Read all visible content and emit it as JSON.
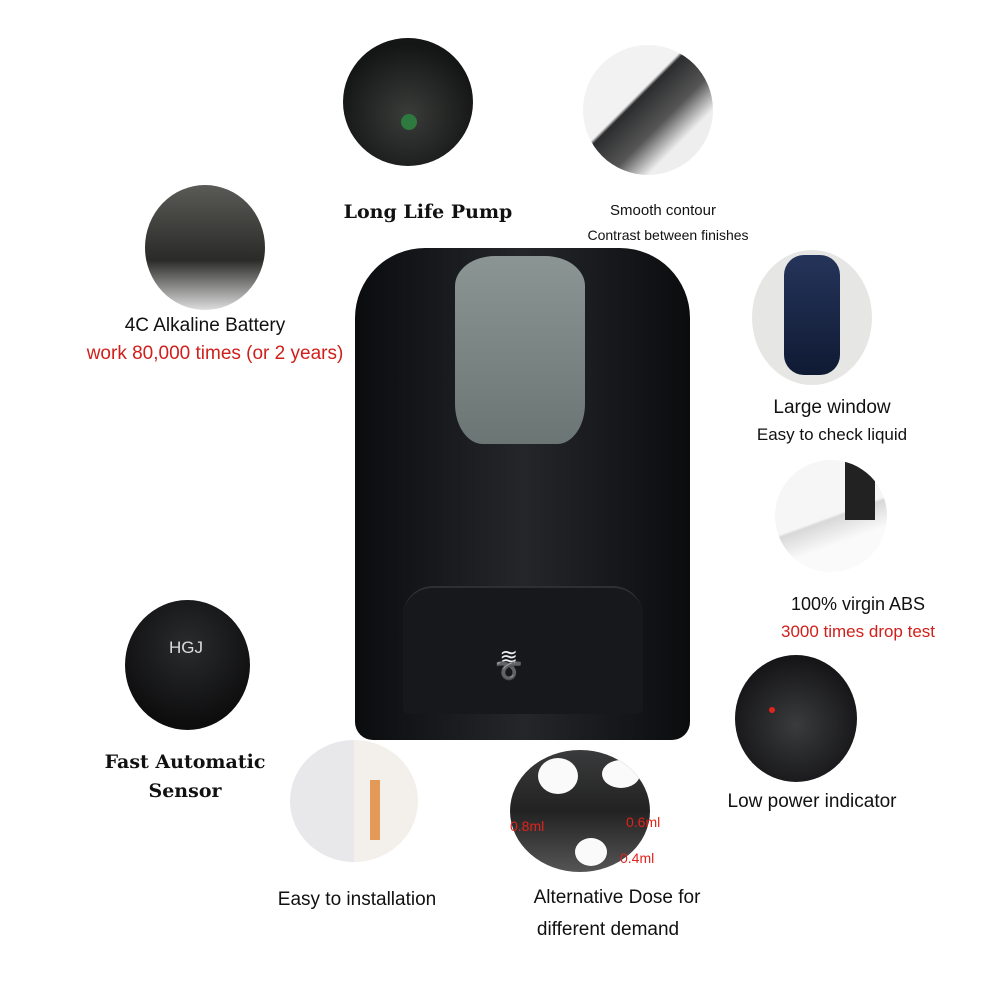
{
  "features": {
    "pump": {
      "title": "Long Life Pump"
    },
    "contour": {
      "title": "Smooth contour",
      "subtitle": "Contrast  between finishes"
    },
    "battery": {
      "title": "4C Alkaline Battery",
      "subtitle": "work 80,000 times (or 2 years)"
    },
    "window": {
      "title": "Large window",
      "subtitle": "Easy to check liquid"
    },
    "abs": {
      "title": "100% virgin ABS",
      "subtitle": "3000 times drop test"
    },
    "sensor": {
      "title_line1": "Fast Automatic",
      "title_line2": "Sensor",
      "badge": "HGJ"
    },
    "power": {
      "title": "Low power indicator"
    },
    "install": {
      "title": "Easy to installation"
    },
    "dose": {
      "title_line1": "Alternative Dose for",
      "title_line2": "different demand",
      "labels": [
        "0.8ml",
        "0.6ml",
        "0.4ml"
      ]
    }
  },
  "colors": {
    "accent_red": "#d0201c",
    "body": "#151618"
  }
}
